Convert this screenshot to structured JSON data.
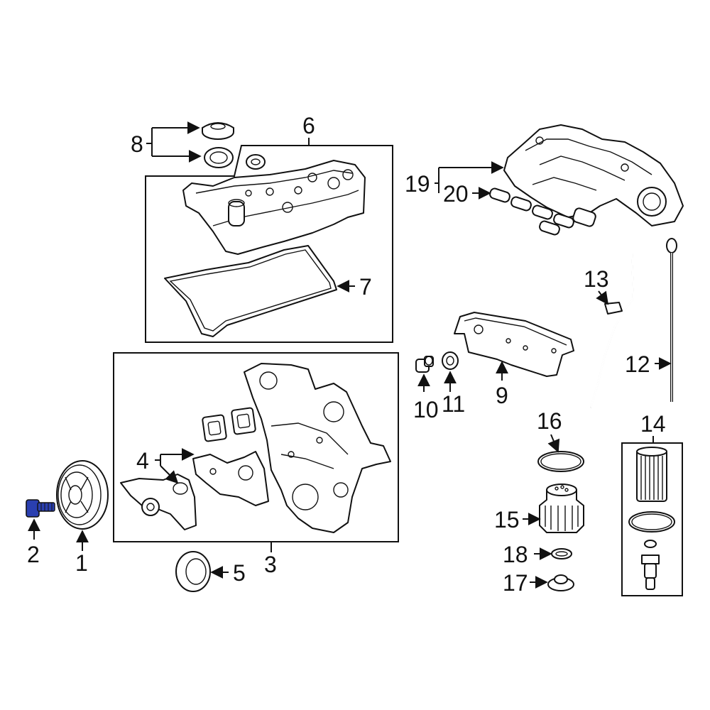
{
  "diagram": {
    "accent_color": "#2a3fb0",
    "highlighted_part": "2",
    "callouts": {
      "c1": "1",
      "c2": "2",
      "c3": "3",
      "c4": "4",
      "c5": "5",
      "c6": "6",
      "c7": "7",
      "c8": "8",
      "c9": "9",
      "c10": "10",
      "c11": "11",
      "c12": "12",
      "c13": "13",
      "c14": "14",
      "c15": "15",
      "c16": "16",
      "c17": "17",
      "c18": "18",
      "c19": "19",
      "c20": "20"
    }
  }
}
